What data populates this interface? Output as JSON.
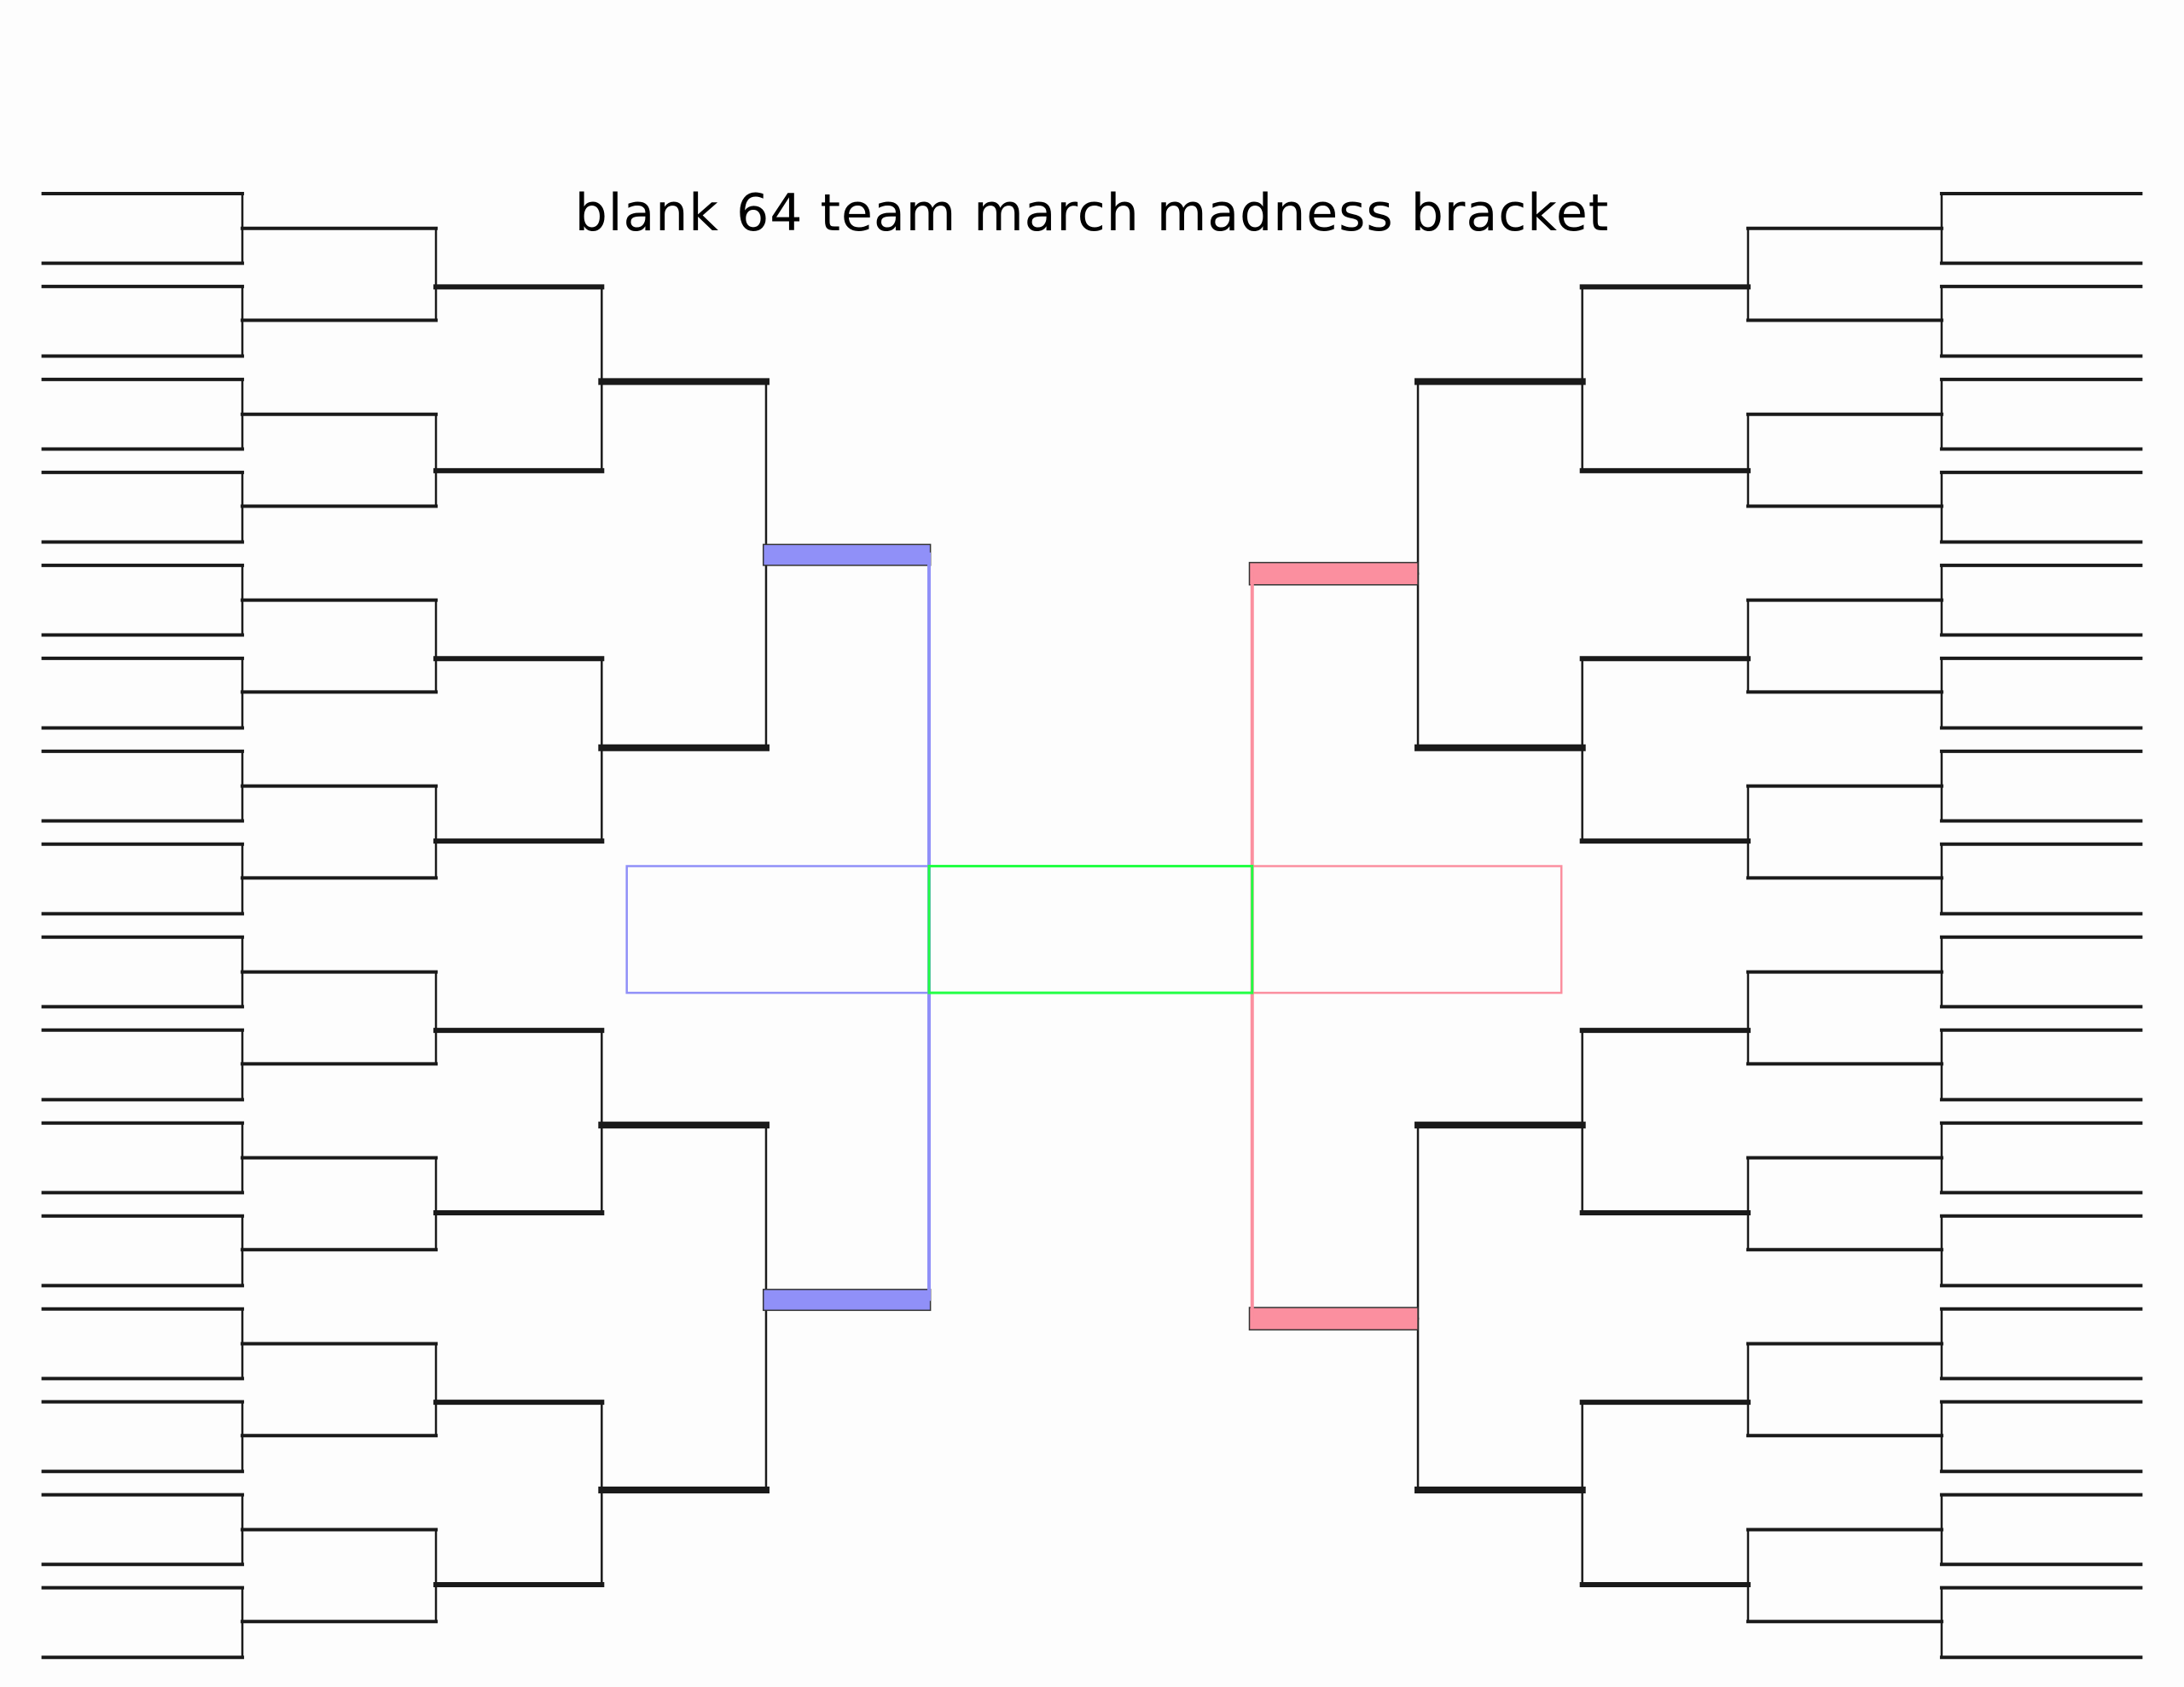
{
  "title": "blank 64 team march madness bracket",
  "colors": {
    "line": "#1a1a1a",
    "left_final_four": "#9090f8",
    "right_final_four": "#fb8f9f",
    "championship": "#22ff44"
  },
  "bracket": {
    "teams_per_side": 32,
    "rounds_per_side": 5
  }
}
